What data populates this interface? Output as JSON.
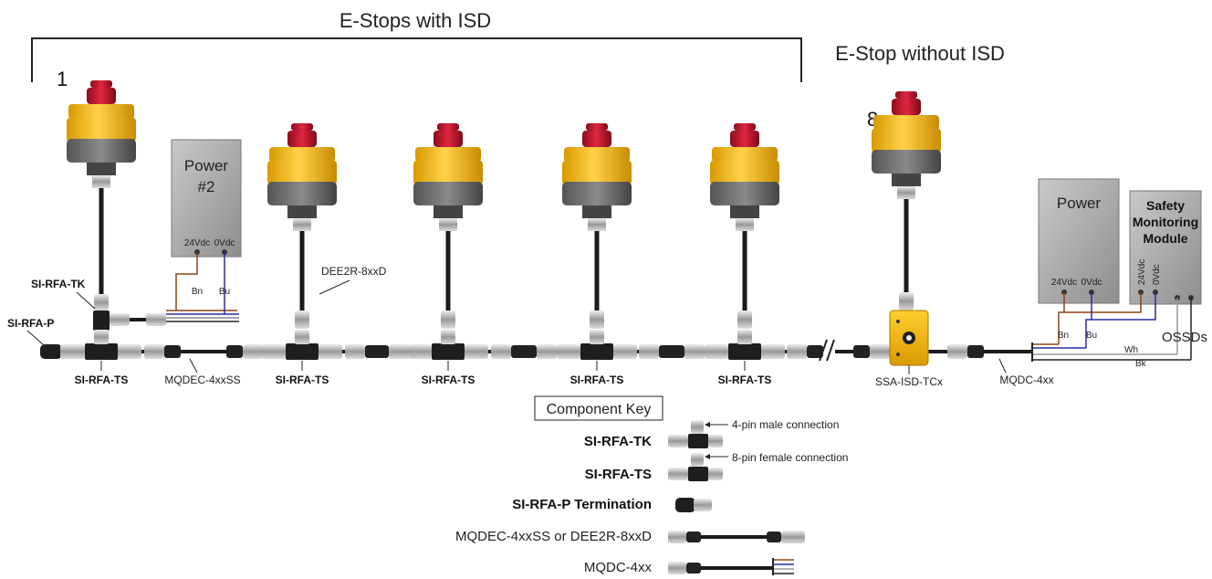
{
  "titles": {
    "estops_with_isd": "E-Stops with ISD",
    "estop_without_isd": "E-Stop without ISD",
    "number_1": "1",
    "number_8": "8"
  },
  "labels": {
    "si_rfa_tk": "SI-RFA-TK",
    "si_rfa_p": "SI-RFA-P",
    "si_rfa_ts": "SI-RFA-TS",
    "mqdec": "MQDEC-4xxSS",
    "dee2r": "DEE2R-8xxD",
    "ssa": "SSA-ISD-TCx",
    "mqdc": "MQDC-4xx"
  },
  "power2": {
    "title_line1": "Power",
    "title_line2": "#2",
    "v24": "24Vdc",
    "v0": "0Vdc",
    "bn": "Bn",
    "bu": "Bu"
  },
  "power": {
    "title": "Power",
    "v24": "24Vdc",
    "v0": "0Vdc",
    "bn": "Bn",
    "bu": "Bu"
  },
  "safety_module": {
    "line1": "Safety",
    "line2": "Monitoring",
    "line3": "Module",
    "v24": "24Vdc",
    "v0": "0Vdc",
    "ossds": "OSSDs",
    "wh": "Wh",
    "bk": "Bk"
  },
  "component_key": {
    "title": "Component Key",
    "tk": "SI-RFA-TK",
    "ts": "SI-RFA-TS",
    "p": "SI-RFA-P Termination",
    "cable": "MQDEC-4xxSS or DEE2R-8xxD",
    "mqdc": "MQDC-4xx",
    "male_note": "4-pin male connection",
    "female_note": "8-pin female connection"
  },
  "colors": {
    "yellow": "#f2b300",
    "red": "#c8102e",
    "brown": "#8b4513",
    "blue": "#2a2aa0"
  }
}
